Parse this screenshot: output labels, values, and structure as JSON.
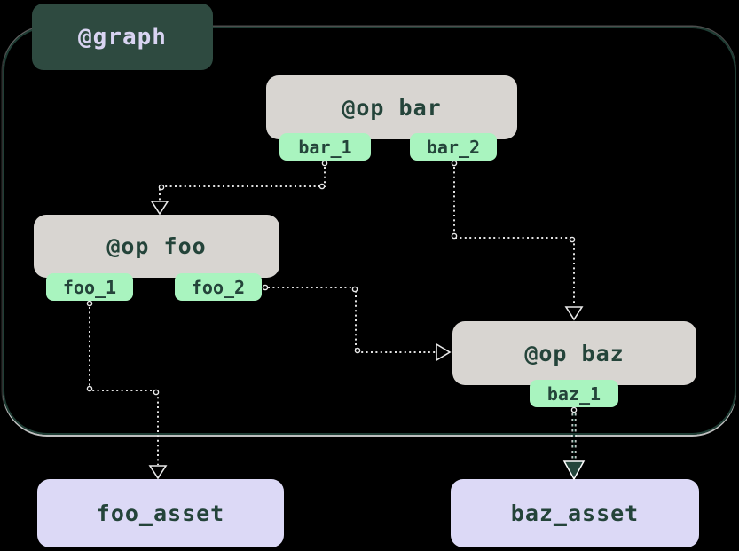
{
  "diagram": {
    "graph": {
      "label": "@graph"
    },
    "ops": [
      {
        "id": "bar",
        "label": "@op bar",
        "outputs": [
          "bar_1",
          "bar_2"
        ]
      },
      {
        "id": "foo",
        "label": "@op foo",
        "outputs": [
          "foo_1",
          "foo_2"
        ]
      },
      {
        "id": "baz",
        "label": "@op baz",
        "outputs": [
          "baz_1"
        ]
      }
    ],
    "assets": [
      {
        "id": "foo_asset",
        "label": "foo_asset"
      },
      {
        "id": "baz_asset",
        "label": "baz_asset"
      }
    ],
    "edges": [
      {
        "from": "bar_1",
        "to": "@op foo",
        "style": "dotted, open arrowhead"
      },
      {
        "from": "bar_2",
        "to": "@op baz",
        "style": "dotted, open arrowhead"
      },
      {
        "from": "foo_2",
        "to": "@op baz",
        "style": "dotted, open arrowhead"
      },
      {
        "from": "foo_1",
        "to": "foo_asset",
        "style": "dotted, open arrowhead"
      },
      {
        "from": "baz_1",
        "to": "baz_asset",
        "style": "dotted teal, filled arrowhead"
      }
    ],
    "colors": {
      "background": "#000000",
      "graph_border": "#1f3e35",
      "graph_badge_bg": "#2e4a40",
      "graph_badge_text": "#d9d4f2",
      "op_bg": "#d8d5d1",
      "op_text": "#24443a",
      "output_chip_bg": "#a9f4bf",
      "asset_bg": "#dcd9f6",
      "connector": "#e2e2e2",
      "asset_edge": "#24453b"
    }
  }
}
